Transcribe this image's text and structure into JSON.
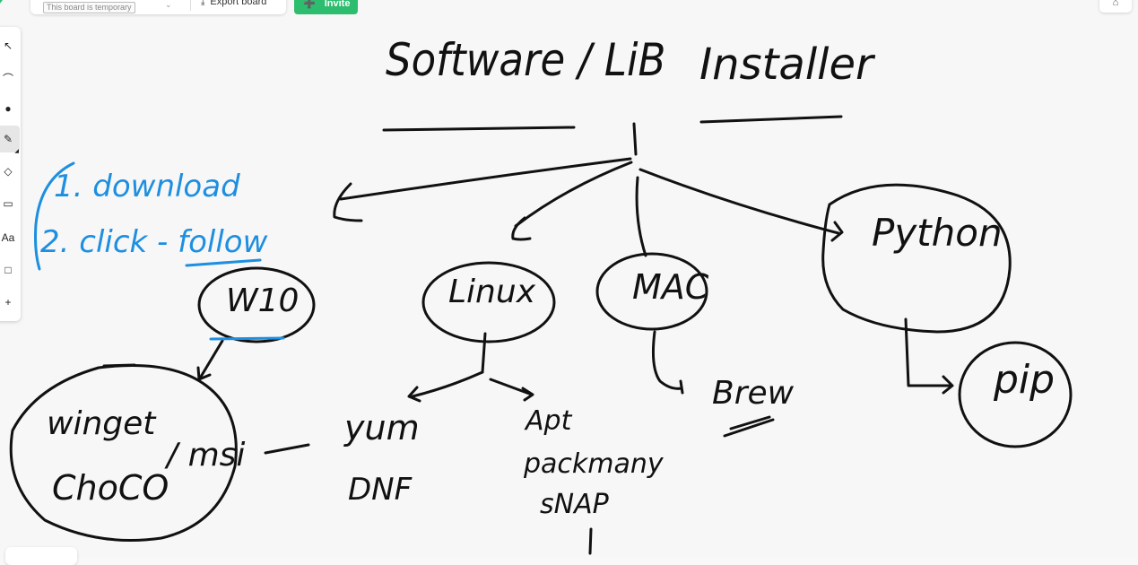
{
  "topbar": {
    "temp_label": "This board is temporary",
    "export_label": "Export board",
    "invite_label": "Invite"
  },
  "toolbar": {
    "items": [
      "select-tool",
      "connector-tool",
      "color-tool",
      "pen-tool",
      "eraser-tool",
      "shape-tool",
      "text-tool",
      "sticky-note-tool",
      "add-tool"
    ],
    "text_tool_label": "Aa"
  },
  "colors": {
    "ink": "#111111",
    "blue_ink": "#1e8fe0",
    "accent": "#2dbd6e"
  },
  "board": {
    "title_left": "Software / LiB",
    "title_right": "Installer",
    "steps": [
      "1. download",
      "2. click - follow"
    ],
    "nodes": {
      "w10": "W10",
      "linux": "Linux",
      "mac": "MAC",
      "python": "Python",
      "pip": "pip",
      "winget": "winget",
      "choco": "ChoCO",
      "msi": "/ msi",
      "yum": "yum",
      "dnf": "DNF",
      "apt": "Apt",
      "packman": "packmany",
      "snap": "sNAP",
      "brew": "Brew"
    }
  }
}
